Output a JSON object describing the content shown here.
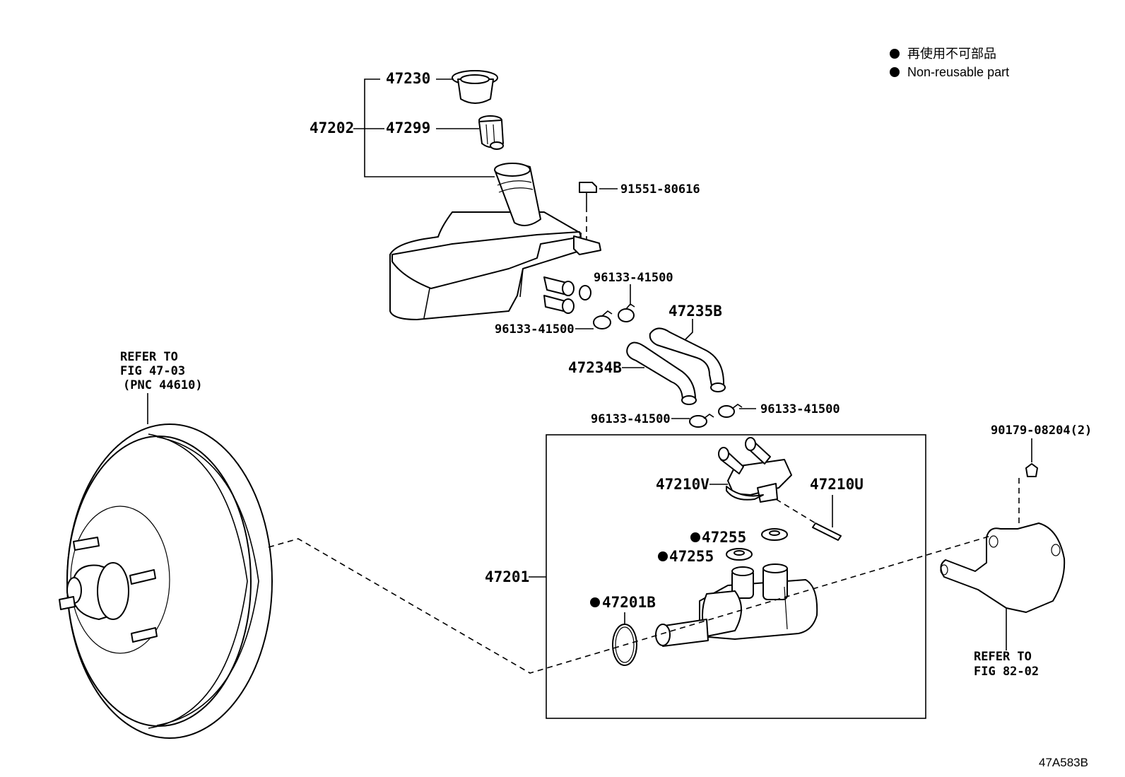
{
  "legend": {
    "jp": "再使用不可部品",
    "en": "Non-reusable part"
  },
  "labels": {
    "p47230": "47230",
    "p47202": "47202",
    "p47299": "47299",
    "p91551": "91551-80616",
    "p96133_a": "96133-41500",
    "p96133_b": "96133-41500",
    "p47235B": "47235B",
    "p47234B": "47234B",
    "p96133_c": "96133-41500",
    "p96133_d": "96133-41500",
    "p90179": "90179-08204(2)",
    "p47210V": "47210V",
    "p47210U": "47210U",
    "p47255_a": "47255",
    "p47255_b": "47255",
    "p47201": "47201",
    "p47201B": "47201B"
  },
  "notes": {
    "refer_top_1": "REFER TO",
    "refer_top_2": "FIG 47-03",
    "refer_top_3": "(PNC 44610)",
    "refer_right_1": "REFER TO",
    "refer_right_2": "FIG 82-02"
  },
  "figure_code": "47A583B"
}
